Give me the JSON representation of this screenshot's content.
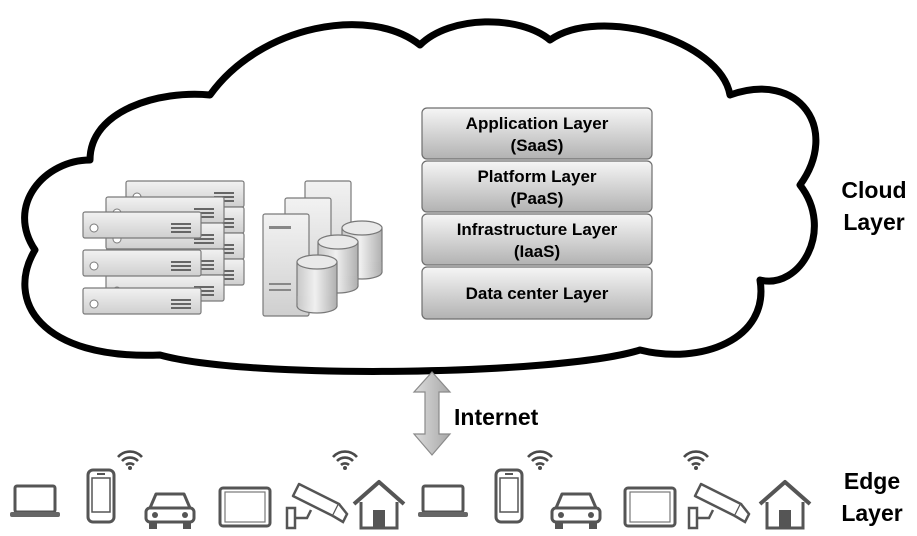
{
  "cloud_label": {
    "line1": "Cloud",
    "line2": "Layer"
  },
  "edge_label": {
    "line1": "Edge",
    "line2": "Layer"
  },
  "internet_label": "Internet",
  "stack": [
    {
      "line1": "Application Layer",
      "line2": "(SaaS)"
    },
    {
      "line1": "Platform Layer",
      "line2": "(PaaS)"
    },
    {
      "line1": "Infrastructure Layer",
      "line2": "(IaaS)"
    },
    {
      "line1": "Data center Layer",
      "line2": ""
    }
  ],
  "edge_devices": [
    "laptop-icon",
    "smartphone-icon",
    "car-icon",
    "tablet-icon",
    "cctv-camera-icon",
    "house-icon",
    "laptop-icon",
    "smartphone-icon",
    "car-icon",
    "tablet-icon",
    "cctv-camera-icon",
    "house-icon"
  ],
  "colors": {
    "cloud_stroke": "#000000",
    "box_top": "#f4f4f4",
    "box_bottom": "#b4b4b4",
    "icon_fill": "#e2e2e2",
    "icon_stroke": "#555555"
  }
}
